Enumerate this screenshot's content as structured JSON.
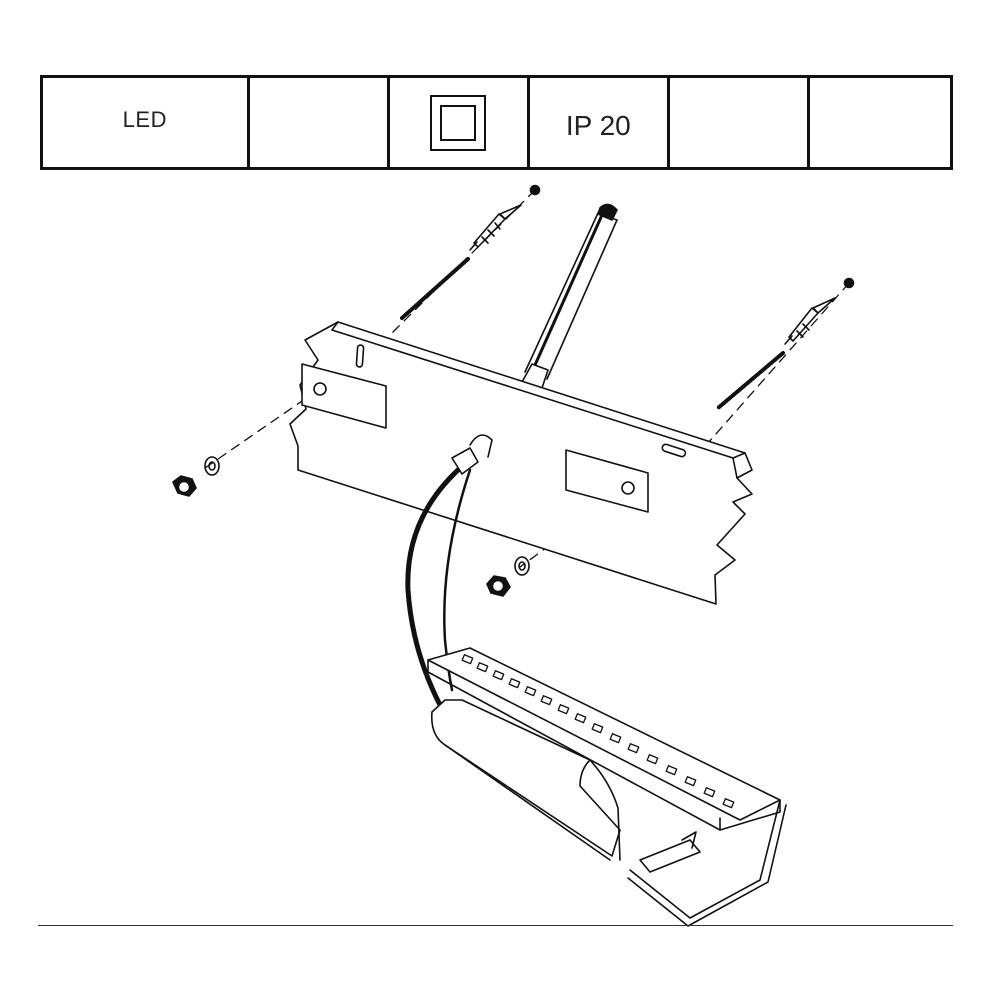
{
  "spec_table": {
    "light_source_label": "LED",
    "ip_rating_label": "IP 20",
    "protection_class_icon": "class-ii-double-square-icon"
  },
  "illustration": {
    "subject": "wall-mount-led-light-bracket-exploded-view",
    "parts": [
      "wall-plate",
      "wall-plug-icon",
      "screw-icon",
      "nut-icon",
      "washer-icon",
      "mounting-bracket",
      "led-light-bar",
      "power-cable"
    ]
  },
  "colors": {
    "line": "#111111",
    "background": "#ffffff"
  }
}
